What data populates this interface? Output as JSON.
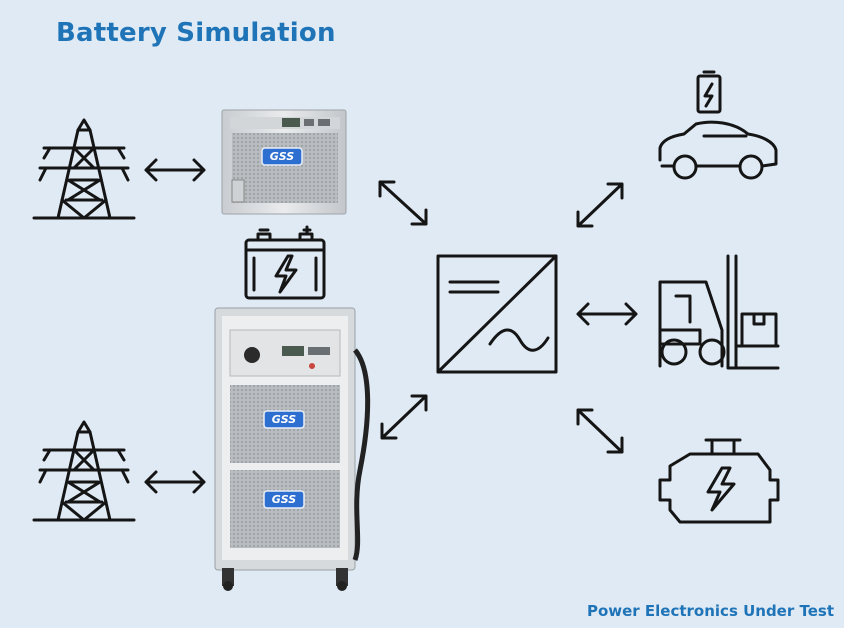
{
  "title": "Battery Simulation",
  "footer": "Power Electronics Under Test",
  "brand_label": "GSS",
  "colors": {
    "background": "#dfeaf4",
    "accent": "#1f74b8",
    "stroke": "#151515"
  },
  "icons": [
    "power-tower-icon",
    "battery-icon",
    "converter-icon",
    "electric-car-icon",
    "forklift-icon",
    "engine-icon"
  ]
}
